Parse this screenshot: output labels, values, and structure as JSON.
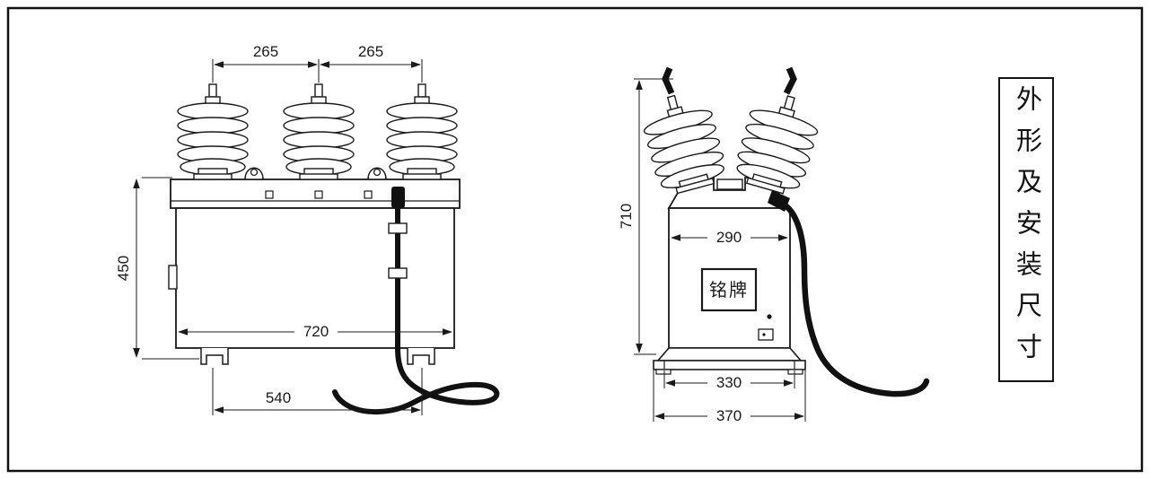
{
  "title_panel": {
    "text": "外形及安装尺寸"
  },
  "front_view": {
    "dim_spacing_left": "265",
    "dim_spacing_right": "265",
    "dim_height": "450",
    "dim_body_width": "720",
    "dim_feet_span": "540"
  },
  "side_view": {
    "dim_height": "710",
    "dim_body_width": "290",
    "dim_base_inner": "330",
    "dim_base_outer": "370",
    "nameplate_label": "铭牌"
  },
  "colors": {
    "line": "#1a1a1a",
    "background": "#ffffff"
  }
}
